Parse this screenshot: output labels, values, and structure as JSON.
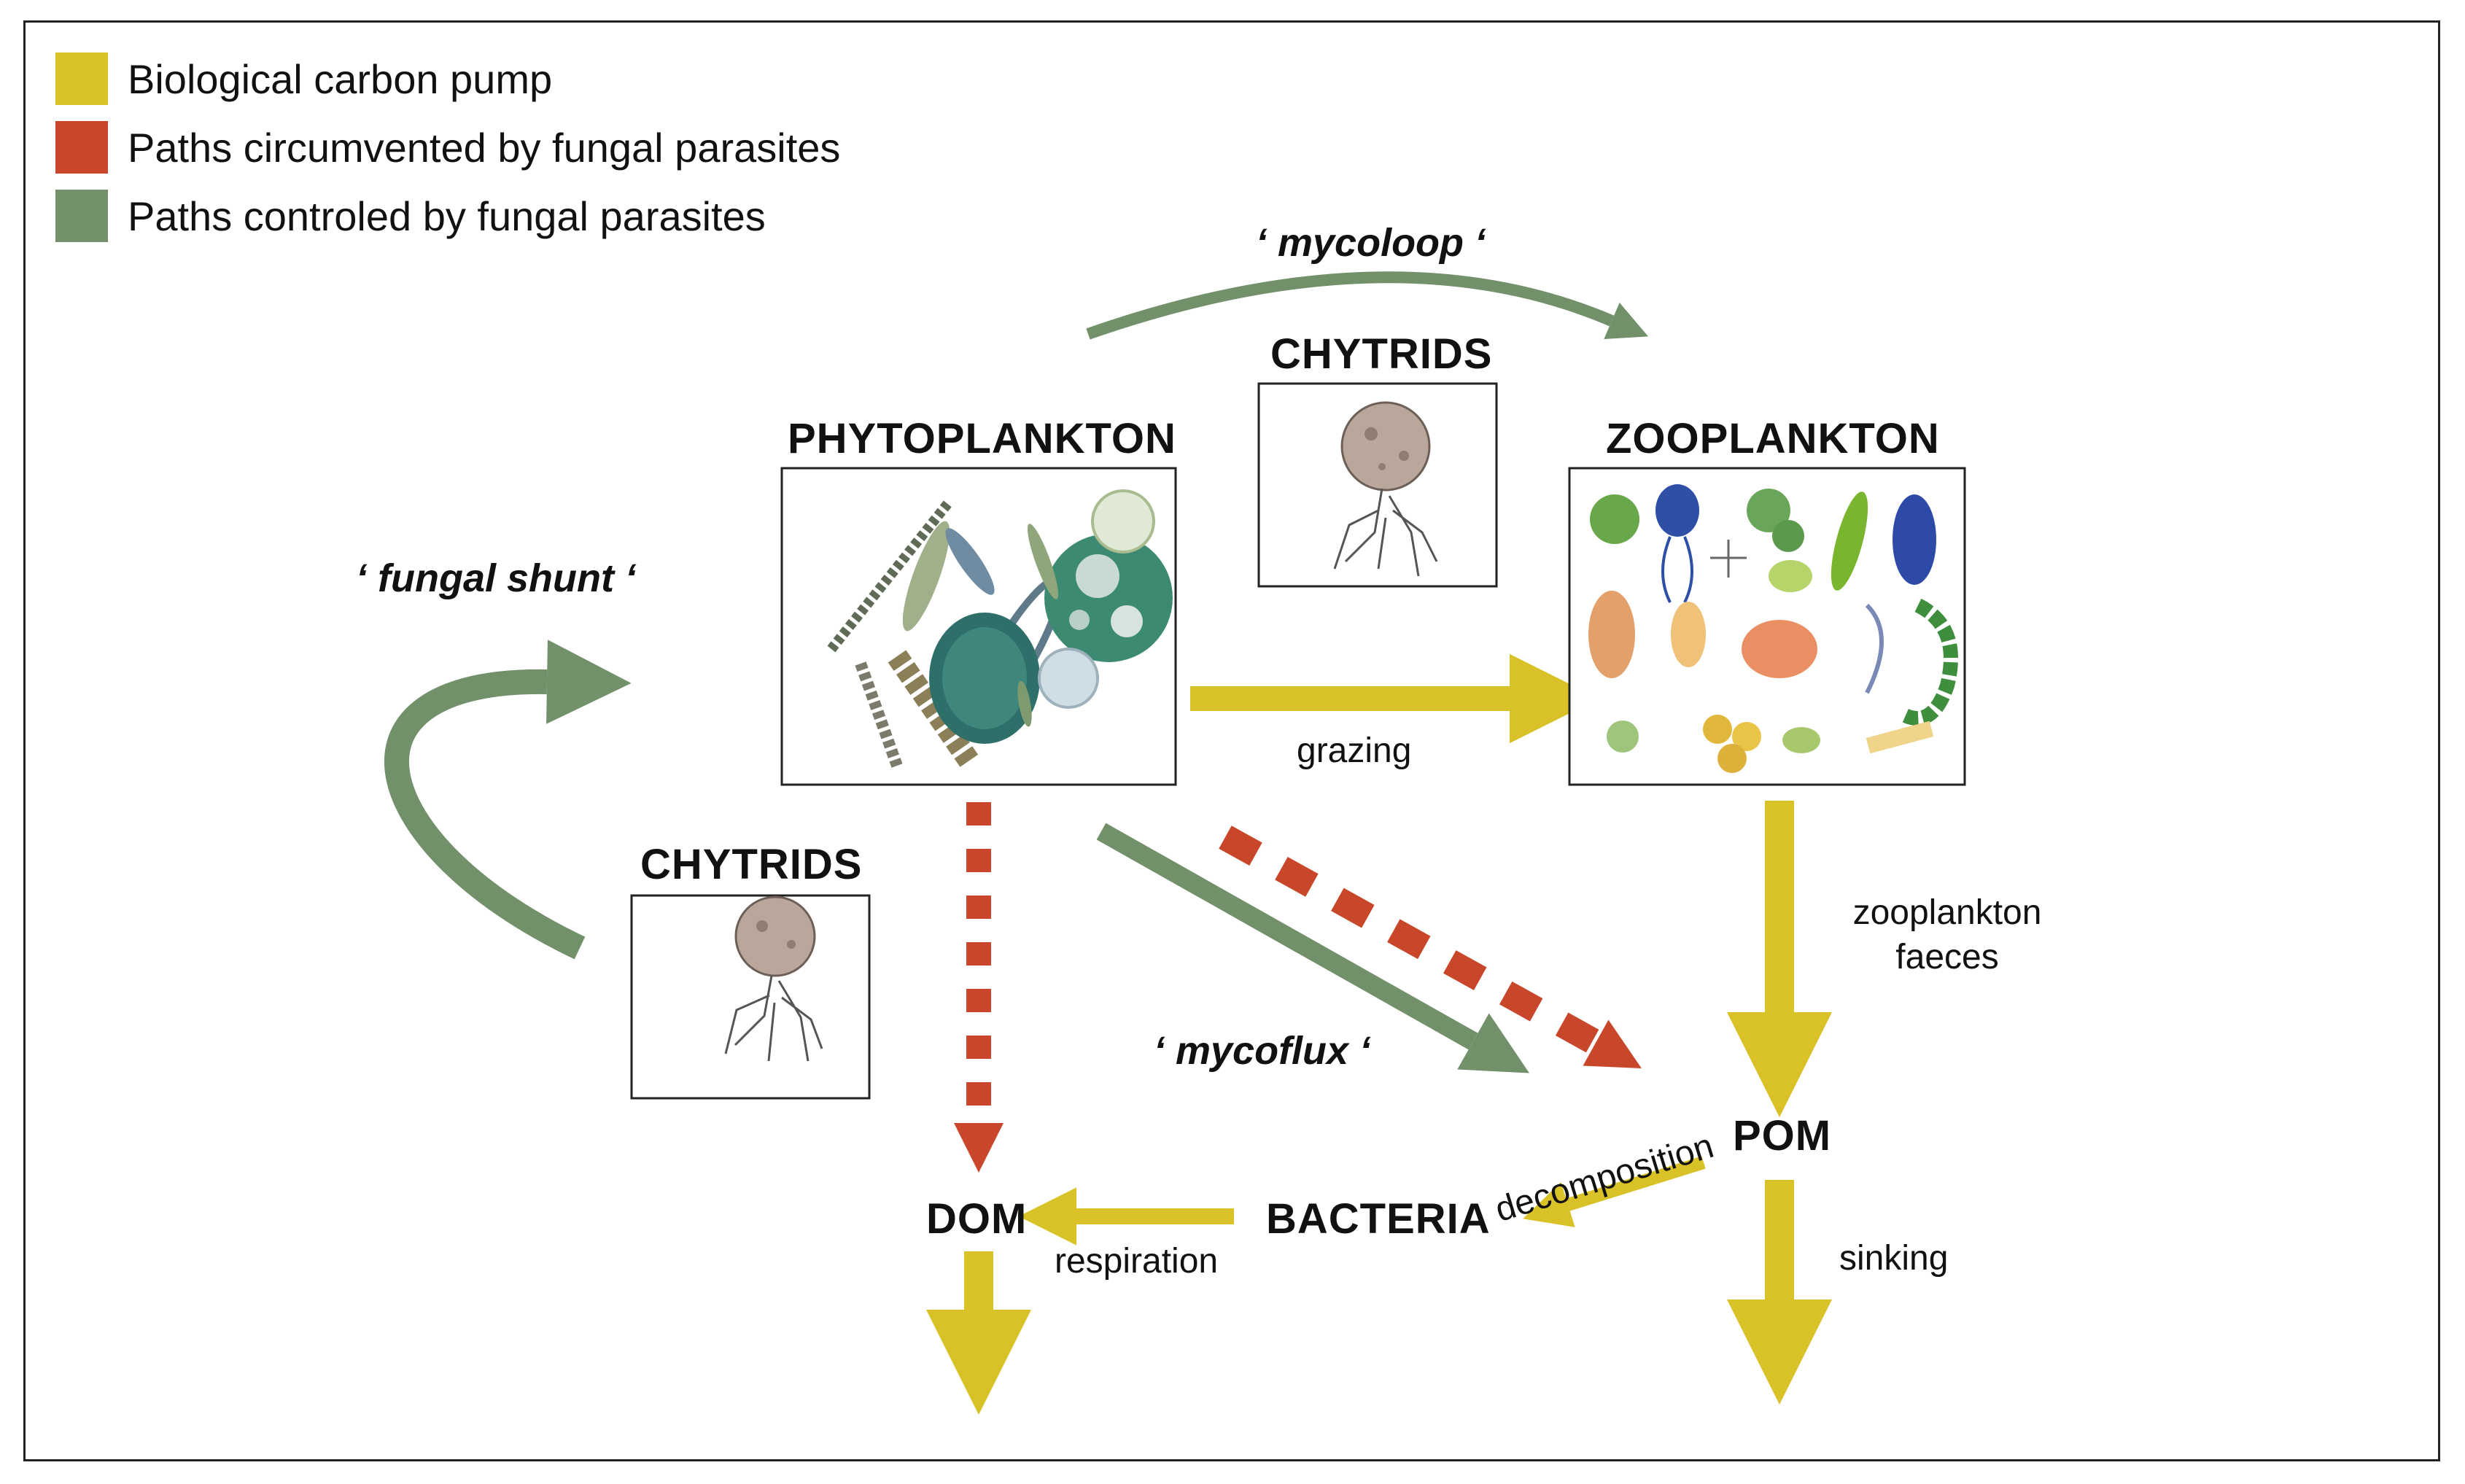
{
  "legend": [
    {
      "label": "Biological carbon pump",
      "color": "#D9C128"
    },
    {
      "label": "Paths circumvented by fungal parasites",
      "color": "#C8472B"
    },
    {
      "label": "Paths controled by fungal parasites",
      "color": "#72906A"
    }
  ],
  "nodes": {
    "phytoplankton": "PHYTOPLANKTON",
    "zooplankton": "ZOOPLANKTON",
    "chytrids_top": "CHYTRIDS",
    "chytrids_left": "CHYTRIDS",
    "dom": "DOM",
    "pom": "POM",
    "bacteria": "BACTERIA"
  },
  "paths": {
    "mycoloop": "‘ mycoloop ‘",
    "fungal_shunt": "‘ fungal shunt ‘",
    "mycoflux": "‘ mycoflux ‘"
  },
  "process_labels": {
    "grazing": "grazing",
    "zooplankton_faeces_line1": "zooplankton",
    "zooplankton_faeces_line2": "faeces",
    "respiration": "respiration",
    "decomposition": "decomposition",
    "sinking": "sinking"
  },
  "colors": {
    "yellow": "#D9C128",
    "red": "#C8472B",
    "green": "#72906A"
  }
}
